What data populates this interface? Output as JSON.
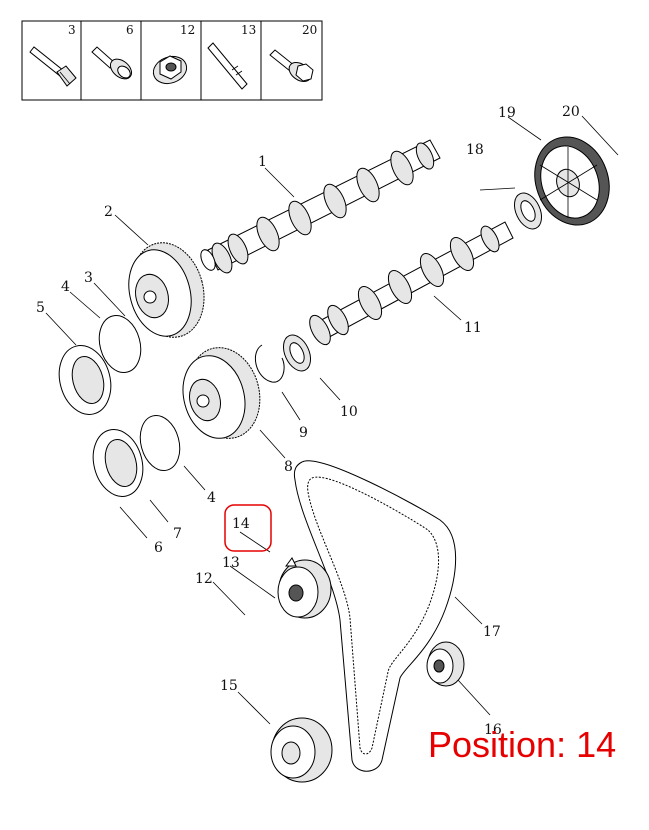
{
  "fastener_box": {
    "cells": [
      {
        "number": "3",
        "icon": "long-bolt-icon"
      },
      {
        "number": "6",
        "icon": "flange-bolt-icon"
      },
      {
        "number": "12",
        "icon": "flange-nut-icon"
      },
      {
        "number": "13",
        "icon": "stud-icon"
      },
      {
        "number": "20",
        "icon": "hex-flange-bolt-icon"
      }
    ]
  },
  "callouts": {
    "c1": "1",
    "c2": "2",
    "c3": "3",
    "c4a": "4",
    "c4b": "4",
    "c5": "5",
    "c6": "6",
    "c7": "7",
    "c8": "8",
    "c9": "9",
    "c10": "10",
    "c11": "11",
    "c12": "12",
    "c13": "13",
    "c14": "14",
    "c15": "15",
    "c16": "16",
    "c17": "17",
    "c18": "18",
    "c19": "19",
    "c20": "20"
  },
  "highlight": {
    "part": "14",
    "color": "#e60000"
  },
  "position_label": "Position: 14"
}
